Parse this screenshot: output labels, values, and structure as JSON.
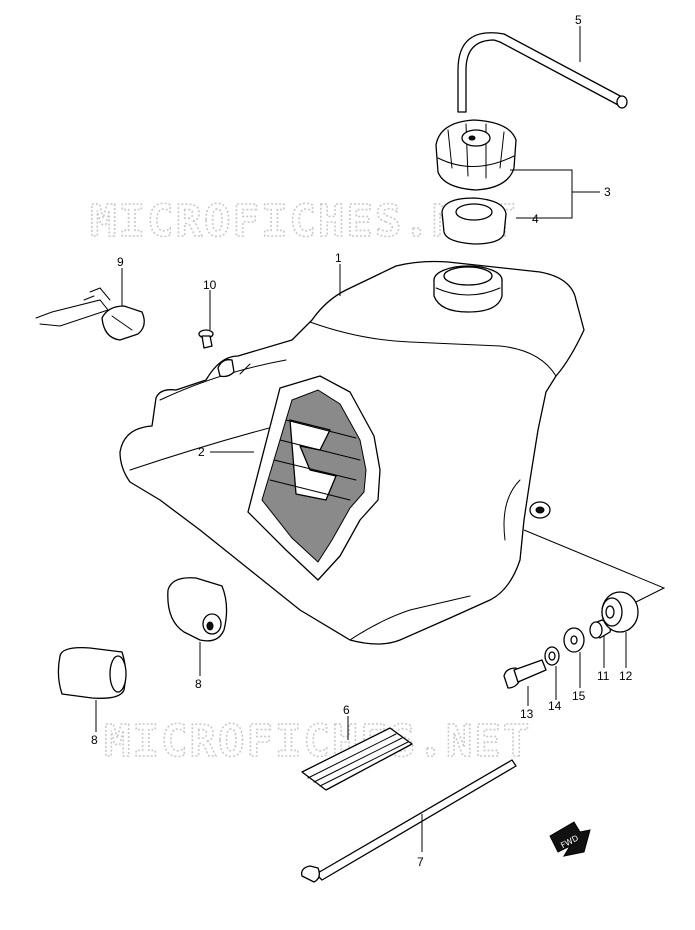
{
  "watermark": {
    "top": "MICROFICHES.NET",
    "bottom": "MICROFICHES.NET"
  },
  "callouts": {
    "c1": "1",
    "c2": "2",
    "c3": "3",
    "c4": "4",
    "c5": "5",
    "c6": "6",
    "c7": "7",
    "c8a": "8",
    "c8b": "8",
    "c9": "9",
    "c10": "10",
    "c11": "11",
    "c12": "12",
    "c13": "13",
    "c14": "14",
    "c15": "15"
  },
  "direction_marker": "FWD"
}
